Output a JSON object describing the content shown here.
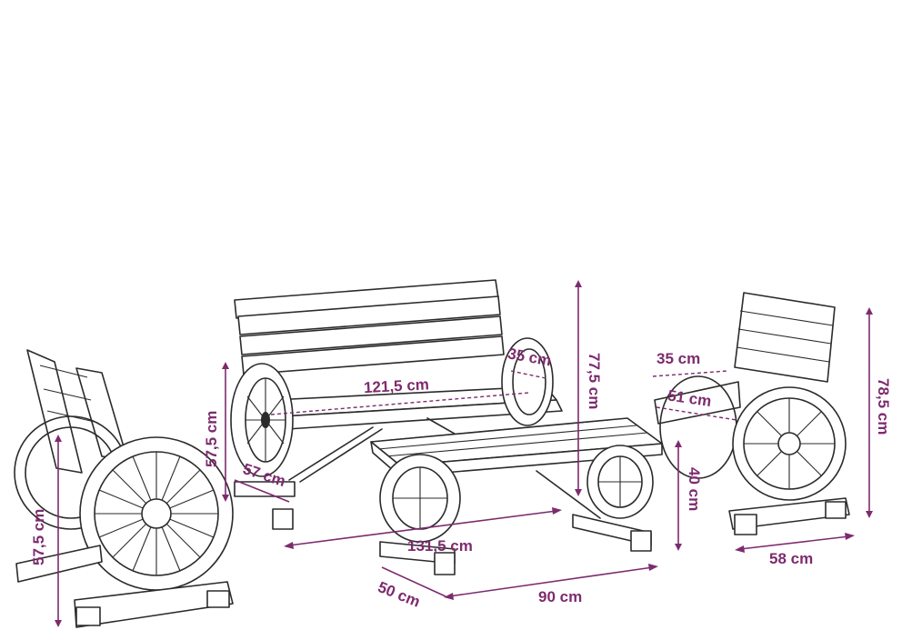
{
  "dimensions": {
    "bench_width": "121,5 cm",
    "bench_depth": "57 cm",
    "bench_seat_height": "57,5 cm",
    "bench_arm_width": "35 cm",
    "bench_overall_width": "131,5 cm",
    "overall_height": "77,5 cm",
    "chair_arm_width": "35 cm",
    "chair_seat_width": "51 cm",
    "chair_height": "78,5 cm",
    "chair_depth": "58 cm",
    "table_height": "40 cm",
    "table_depth": "50 cm",
    "table_width": "90 cm",
    "left_chair_seat_height": "57,5 cm"
  },
  "colors": {
    "dimension": "#7d2b6e",
    "line_art": "#2b2b2b",
    "background": "#ffffff"
  }
}
